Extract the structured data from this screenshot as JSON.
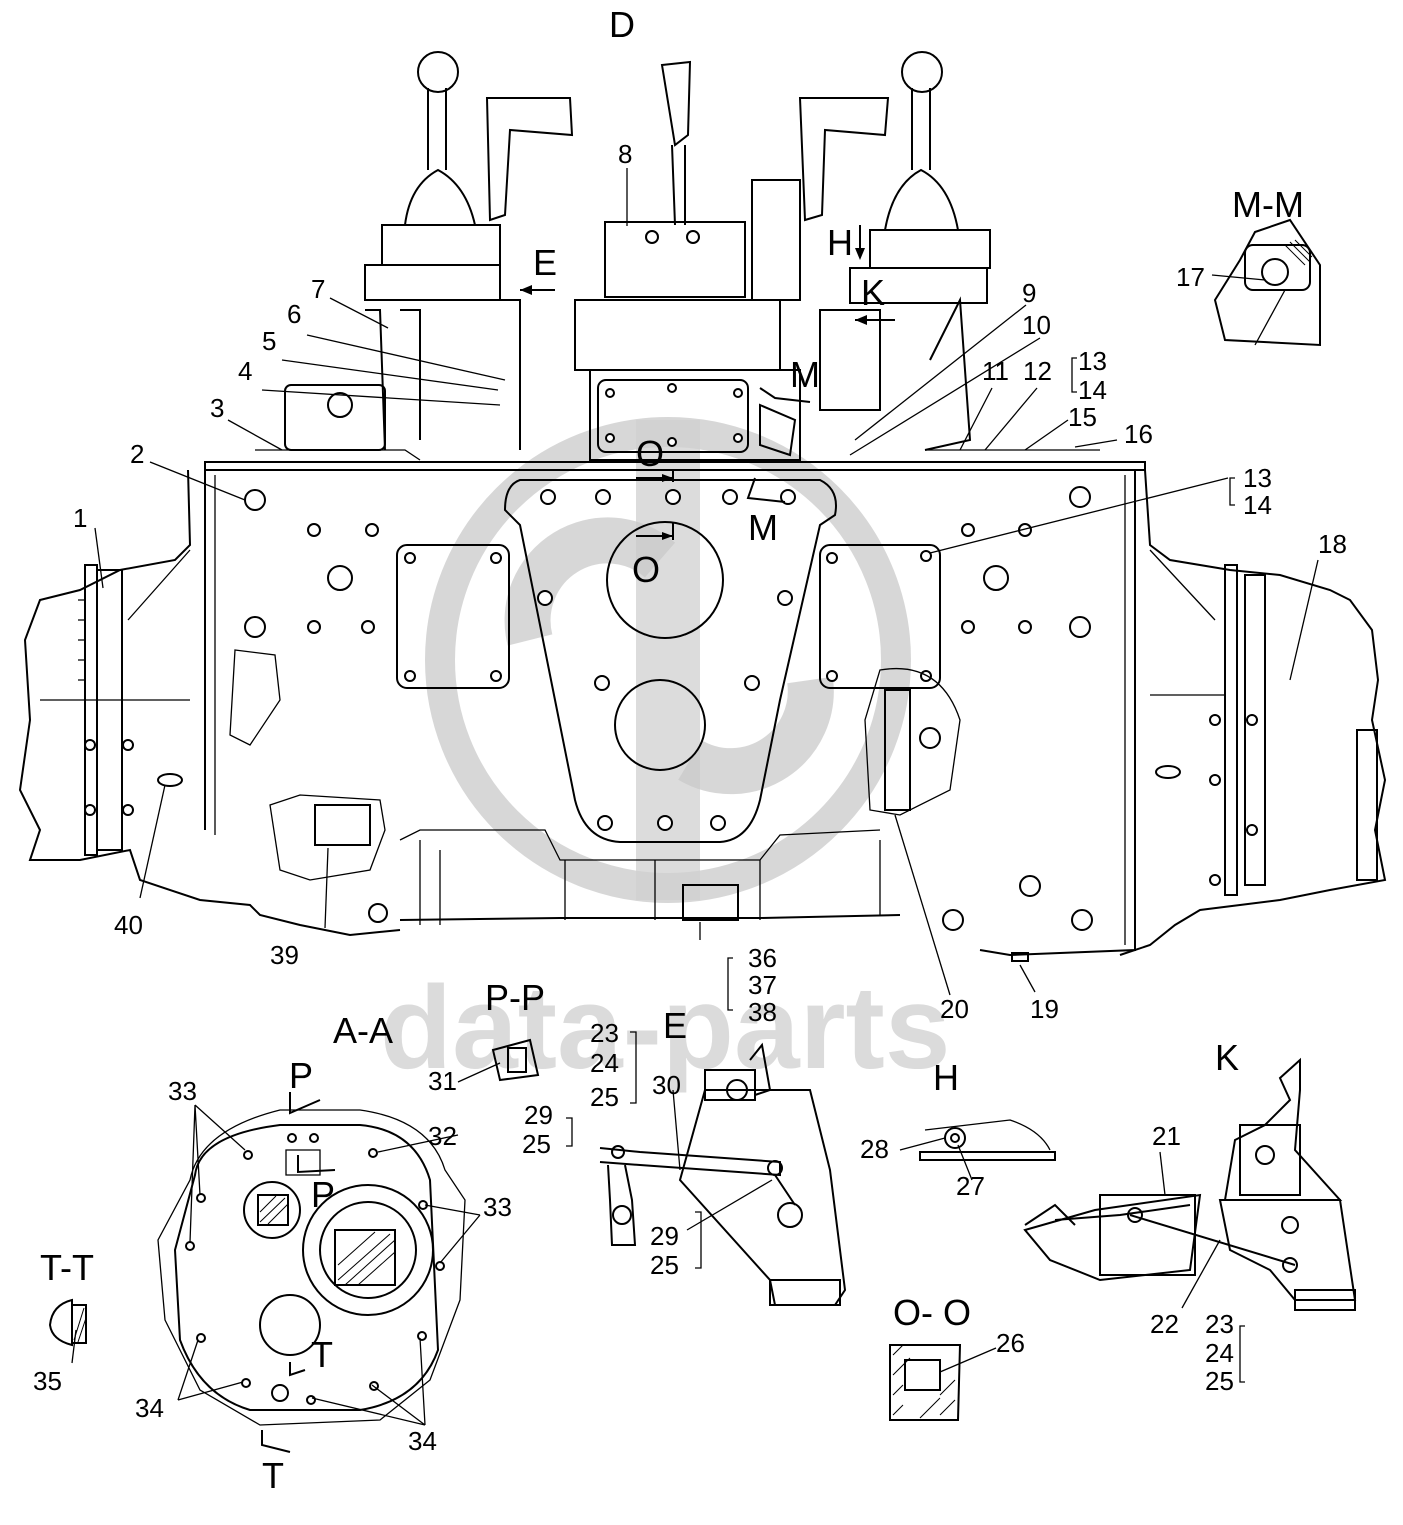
{
  "watermark": {
    "text": "data-parts"
  },
  "section_labels": {
    "D": "D",
    "E": "E",
    "H": "H",
    "K": "K",
    "M": "M",
    "O": "O",
    "MM": "M-M",
    "AA": "A-A",
    "PP": "P-P",
    "P": "P",
    "TT": "T-T",
    "T": "T",
    "OO": "O- O",
    "E_view": "E",
    "H_view": "H",
    "K_view": "K"
  },
  "callouts": {
    "c1": "1",
    "c2": "2",
    "c3": "3",
    "c4": "4",
    "c5": "5",
    "c6": "6",
    "c7": "7",
    "c8": "8",
    "c9": "9",
    "c10": "10",
    "c11": "11",
    "c12": "12",
    "c13": "13",
    "c14": "14",
    "c15": "15",
    "c16": "16",
    "c17": "17",
    "c18": "18",
    "c19": "19",
    "c20": "20",
    "c21": "21",
    "c22": "22",
    "c23": "23",
    "c24": "24",
    "c25": "25",
    "c26": "26",
    "c27": "27",
    "c28": "28",
    "c29": "29",
    "c30": "30",
    "c31": "31",
    "c32": "32",
    "c33": "33",
    "c34": "34",
    "c35": "35",
    "c36": "36",
    "c37": "37",
    "c38": "38",
    "c39": "39",
    "c40": "40"
  }
}
